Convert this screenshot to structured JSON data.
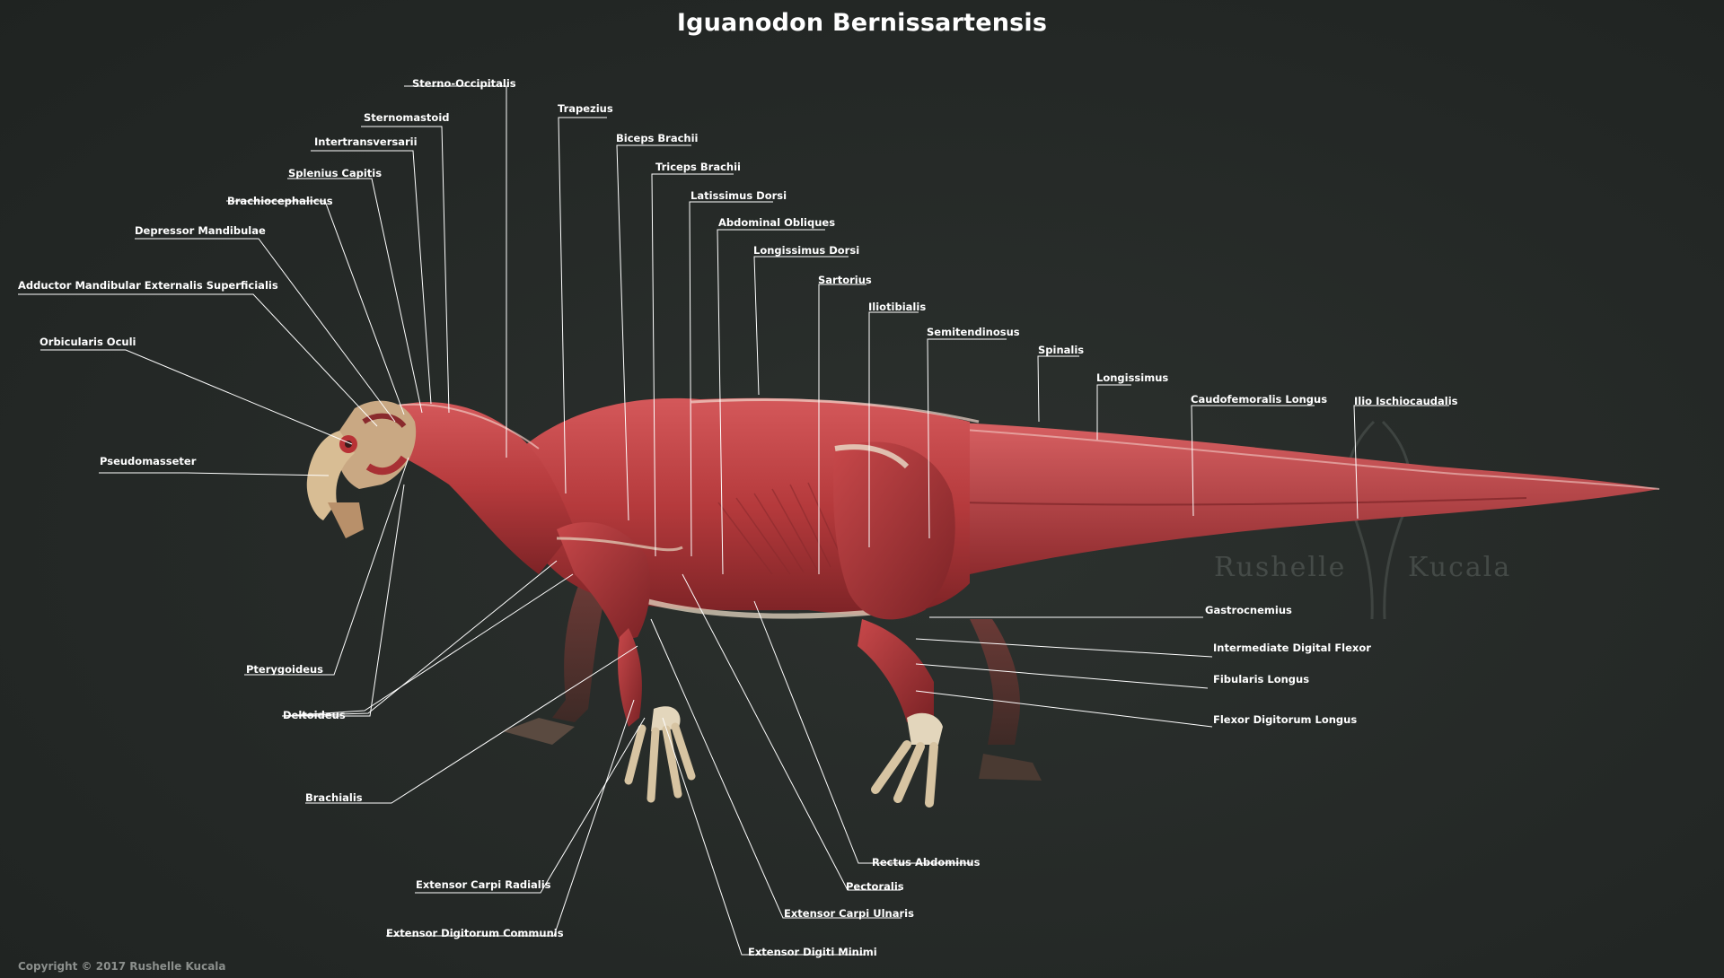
{
  "title": "Iguanodon Bernissartensis",
  "watermark": {
    "left": "Rushelle",
    "right": "Kucala"
  },
  "copyright": "Copyright © 2017 Rushelle Kucala",
  "colors": {
    "background": "#242826",
    "muscle": "#b83a3a",
    "tendon": "#e8d8b8",
    "leader_line": "#ffffff"
  },
  "labels": {
    "sterno_occipitalis": "Sterno-Occipitalis",
    "sternomastoid": "Sternomastoid",
    "intertransversarii": "Intertransversarii",
    "splenius_capitis": "Splenius Capitis",
    "brachiocephalicus": "Brachiocephalicus",
    "depressor_mandibulae": "Depressor Mandibulae",
    "adductor_mandibular": "Adductor Mandibular Externalis Superficialis",
    "orbicularis_oculi": "Orbicularis Oculi",
    "pseudomasseter": "Pseudomasseter",
    "pterygoideus": "Pterygoideus",
    "deltoideus": "Deltoideus",
    "brachialis": "Brachialis",
    "extensor_carpi_radialis": "Extensor Carpi Radialis",
    "extensor_digitorum_communis": "Extensor Digitorum Communis",
    "trapezius": "Trapezius",
    "biceps_brachii": "Biceps Brachii",
    "triceps_brachii": "Triceps Brachii",
    "latissimus_dorsi": "Latissimus Dorsi",
    "abdominal_obliques": "Abdominal Obliques",
    "longissimus_dorsi": "Longissimus Dorsi",
    "sartorius": "Sartorius",
    "iliotibialis": "Iliotibialis",
    "semitendinosus": "Semitendinosus",
    "spinalis": "Spinalis",
    "longissimus": "Longissimus",
    "caudofemoralis_longus": "Caudofemoralis Longus",
    "ilio_ischiocaudalis": "Ilio Ischiocaudalis",
    "gastrocnemius": "Gastrocnemius",
    "intermediate_digital_flexor": "Intermediate Digital Flexor",
    "fibularis_longus": "Fibularis Longus",
    "flexor_digitorum_longus": "Flexor Digitorum Longus",
    "rectus_abdominus": "Rectus Abdominus",
    "pectoralis": "Pectoralis",
    "extensor_carpi_ulnaris": "Extensor Carpi Ulnaris",
    "extensor_digiti_minimi": "Extensor Digiti Minimi"
  }
}
